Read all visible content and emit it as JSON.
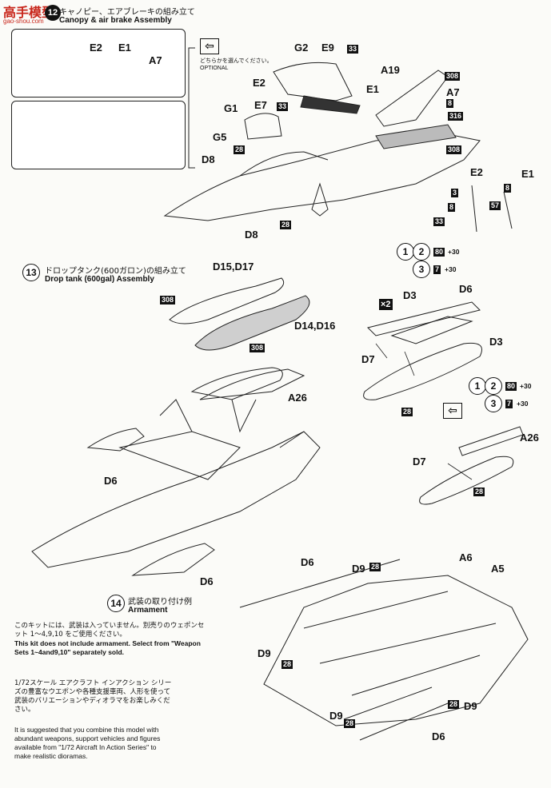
{
  "watermark": {
    "text": "高手模型",
    "sub": "gao-shou.com"
  },
  "header": {
    "step": "12",
    "title_jp": "キャノピー、エアブレーキの組み立て",
    "title_en": "Canopy & air brake Assembly"
  },
  "canopy_panel": {
    "labels": [
      "E2",
      "E1",
      "A7"
    ]
  },
  "optional_box": {
    "text_jp": "どちらかを選んでください。",
    "text_en": "OPTIONAL"
  },
  "step12_labels": {
    "G2": "G2",
    "E9": "E9",
    "n33a": "33",
    "A19": "A19",
    "n308a": "308",
    "E2": "E2",
    "E1": "E1",
    "A7": "A7",
    "n8a": "8",
    "n316": "316",
    "G1": "G1",
    "E7": "E7",
    "n33b": "33",
    "G5": "G5",
    "n308b": "308",
    "D8a": "D8",
    "n28a": "28",
    "D8b": "D8",
    "n28b": "28",
    "E2b": "E2",
    "E1b": "E1",
    "n3": "3",
    "n8b": "8",
    "n57": "57",
    "n8c": "8",
    "n33c": "33"
  },
  "step13": {
    "num": "13",
    "title_jp": "ドロップタンク(600ガロン)の組み立て",
    "title_en": "Drop tank (600gal) Assembly",
    "D15": "D15,D17",
    "n308c": "308",
    "D14": "D14,D16",
    "n308d": "308"
  },
  "pylon1": {
    "tag1": "1",
    "tag2": "2",
    "n80": "80",
    "plus30a": "+30",
    "tag3": "3",
    "n7": "7",
    "plus30b": "+30",
    "x2": "×2",
    "D3": "D3",
    "D6": "D6",
    "D3b": "D3",
    "D7": "D7",
    "n28": "28"
  },
  "pylon2": {
    "tag1": "1",
    "tag2": "2",
    "n80": "80",
    "plus30a": "+30",
    "tag3": "3",
    "n7": "7",
    "plus30b": "+30",
    "A26": "A26",
    "D7": "D7",
    "n28": "28"
  },
  "main_labels": {
    "A26": "A26",
    "D6a": "D6",
    "D6b": "D6"
  },
  "step14": {
    "num": "14",
    "title_jp": "武装の取り付け例",
    "title_en": "Armament",
    "D6": "D6",
    "D9a": "D9",
    "n28a": "28",
    "A6": "A6",
    "A5": "A5",
    "D9b": "D9",
    "n28b": "28",
    "D9c": "D9",
    "n28c": "28",
    "D9d": "D9",
    "n28d": "28",
    "D6b": "D6"
  },
  "notes": {
    "jp1": "このキットには、武装は入っていません。別売りのウェポンセット 1〜4,9,10 をご使用ください。",
    "en1": "This kit does not include armament. Select from \"Weapon Sets 1~4and9,10\" separately sold.",
    "jp2": "1/72スケール エアクラフト インアクション シリーズの豊富なウエポンや各種支援車両、人形を使って武装のバリエーションやディオラマをお楽しみください。",
    "en2": "It is suggested that you combine this model with abundant weapons, support vehicles and figures available from \"1/72 Aircraft In Action Series\" to make realistic dioramas."
  }
}
